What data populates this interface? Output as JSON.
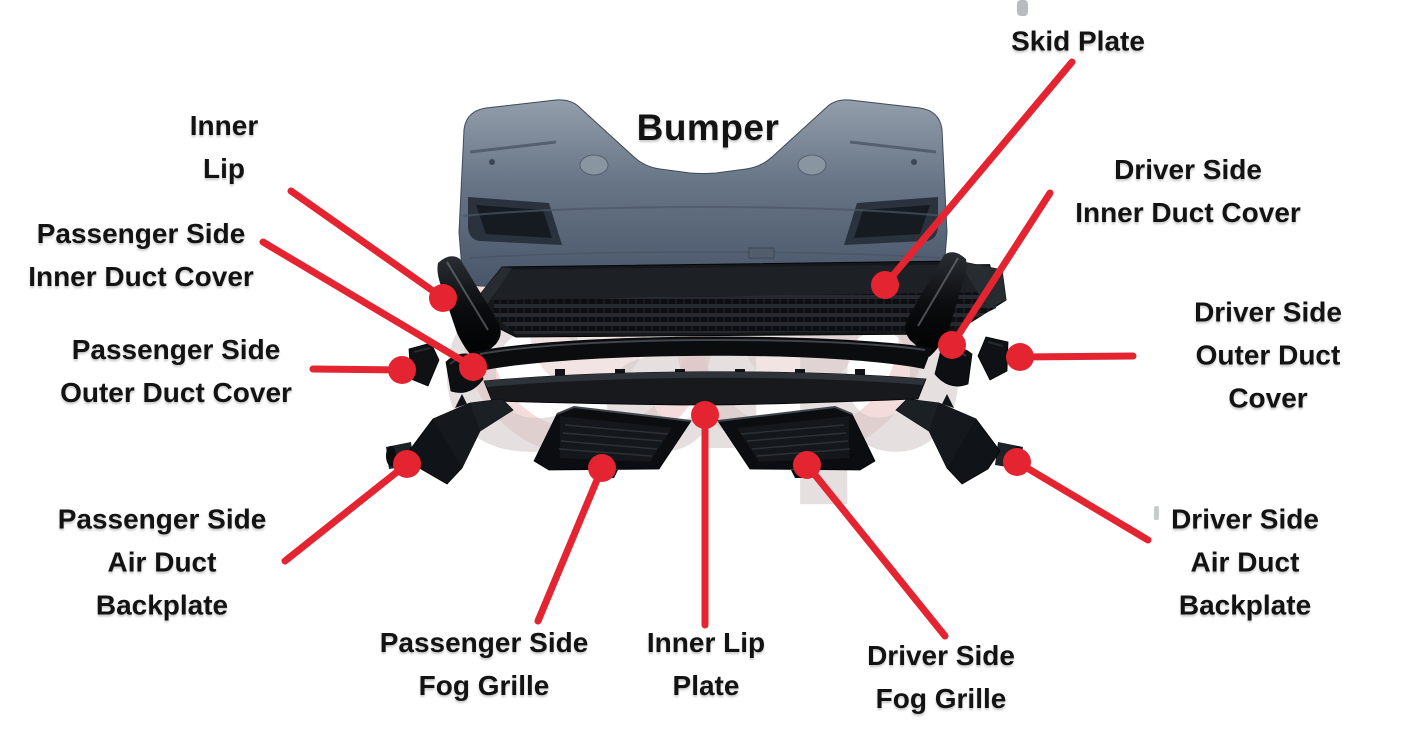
{
  "diagram_title": {
    "text": "Bumper"
  },
  "watermark": {
    "text": "cap"
  },
  "colors": {
    "callout_red": "#e42430",
    "label_text": "#131313",
    "bumper_body": "#6b7888",
    "part_black": "#101317",
    "background": "#ffffff"
  },
  "callout_style": {
    "line_width": 7,
    "dot_radius": 14
  },
  "labels": [
    {
      "id": "skid-plate",
      "text": "Skid Plate"
    },
    {
      "id": "inner-lip",
      "text": "Inner\nLip"
    },
    {
      "id": "passenger-inner-duct-cover",
      "text": "Passenger Side\nInner Duct Cover"
    },
    {
      "id": "passenger-outer-duct-cover",
      "text": "Passenger Side\nOuter Duct Cover"
    },
    {
      "id": "passenger-air-duct-backplate",
      "text": "Passenger Side\nAir Duct\nBackplate"
    },
    {
      "id": "passenger-fog-grille",
      "text": "Passenger Side\nFog Grille"
    },
    {
      "id": "inner-lip-plate",
      "text": "Inner Lip\nPlate"
    },
    {
      "id": "driver-fog-grille",
      "text": "Driver Side\nFog Grille"
    },
    {
      "id": "driver-air-duct-backplate",
      "text": "Driver Side\nAir Duct\nBackplate"
    },
    {
      "id": "driver-outer-duct-cover",
      "text": "Driver Side\nOuter Duct Cover"
    },
    {
      "id": "driver-inner-duct-cover",
      "text": "Driver Side\nInner Duct Cover"
    }
  ],
  "callouts": [
    {
      "id": "inner-lip",
      "from": [
        291,
        191
      ],
      "dot": [
        443,
        298
      ]
    },
    {
      "id": "skid-plate",
      "from": [
        1072,
        62
      ],
      "dot": [
        885,
        285
      ]
    },
    {
      "id": "passenger-inner-duct-cover",
      "from": [
        263,
        242
      ],
      "dot": [
        473,
        367
      ]
    },
    {
      "id": "passenger-outer-duct-cover",
      "from": [
        313,
        369
      ],
      "dot": [
        402,
        370
      ]
    },
    {
      "id": "driver-inner-duct-cover",
      "from": [
        1050,
        193
      ],
      "dot": [
        952,
        345
      ]
    },
    {
      "id": "driver-outer-duct-cover",
      "from": [
        1133,
        356
      ],
      "dot": [
        1020,
        357
      ]
    },
    {
      "id": "passenger-air-duct-backplate",
      "from": [
        285,
        561
      ],
      "dot": [
        407,
        464
      ]
    },
    {
      "id": "passenger-fog-grille",
      "from": [
        538,
        621
      ],
      "dot": [
        602,
        468
      ]
    },
    {
      "id": "inner-lip-plate",
      "from": [
        705,
        625
      ],
      "dot": [
        705,
        415
      ]
    },
    {
      "id": "driver-fog-grille",
      "from": [
        945,
        636
      ],
      "dot": [
        807,
        465
      ]
    },
    {
      "id": "driver-air-duct-backplate",
      "from": [
        1148,
        540
      ],
      "dot": [
        1017,
        462
      ]
    }
  ]
}
